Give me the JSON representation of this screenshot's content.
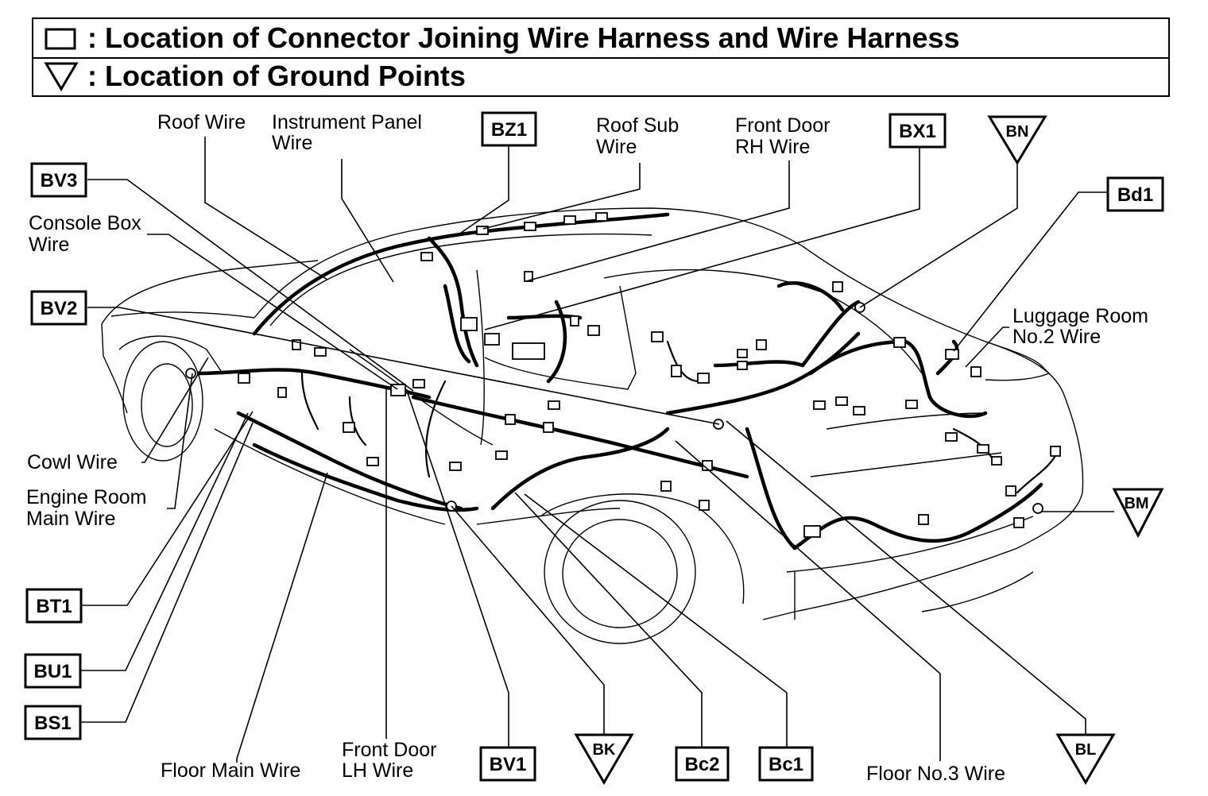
{
  "legend": {
    "connector_text": ": Location of Connector Joining Wire Harness and Wire Harness",
    "ground_text": ": Location of Ground Points"
  },
  "wire_labels": {
    "roof_wire": "Roof Wire",
    "instrument_panel_wire": [
      "Instrument Panel",
      "Wire"
    ],
    "roof_sub_wire": [
      "Roof Sub",
      "Wire"
    ],
    "front_door_rh_wire": [
      "Front Door",
      "RH Wire"
    ],
    "console_box_wire": [
      "Console Box",
      "Wire"
    ],
    "luggage_room_no2_wire": [
      "Luggage Room",
      "No.2 Wire"
    ],
    "cowl_wire": "Cowl Wire",
    "engine_room_main_wire": [
      "Engine Room",
      "Main Wire"
    ],
    "floor_main_wire": "Floor Main Wire",
    "front_door_lh_wire": [
      "Front Door",
      "LH Wire"
    ],
    "floor_no3_wire": "Floor No.3 Wire"
  },
  "connectors": {
    "bz1": "BZ1",
    "bx1": "BX1",
    "bv3": "BV3",
    "bd1": "Bd1",
    "bv2": "BV2",
    "bt1": "BT1",
    "bu1": "BU1",
    "bs1": "BS1",
    "bv1": "BV1",
    "bc2": "Bc2",
    "bc1": "Bc1"
  },
  "ground_points": {
    "bn": "BN",
    "bm": "BM",
    "bk": "BK",
    "bl": "BL"
  }
}
